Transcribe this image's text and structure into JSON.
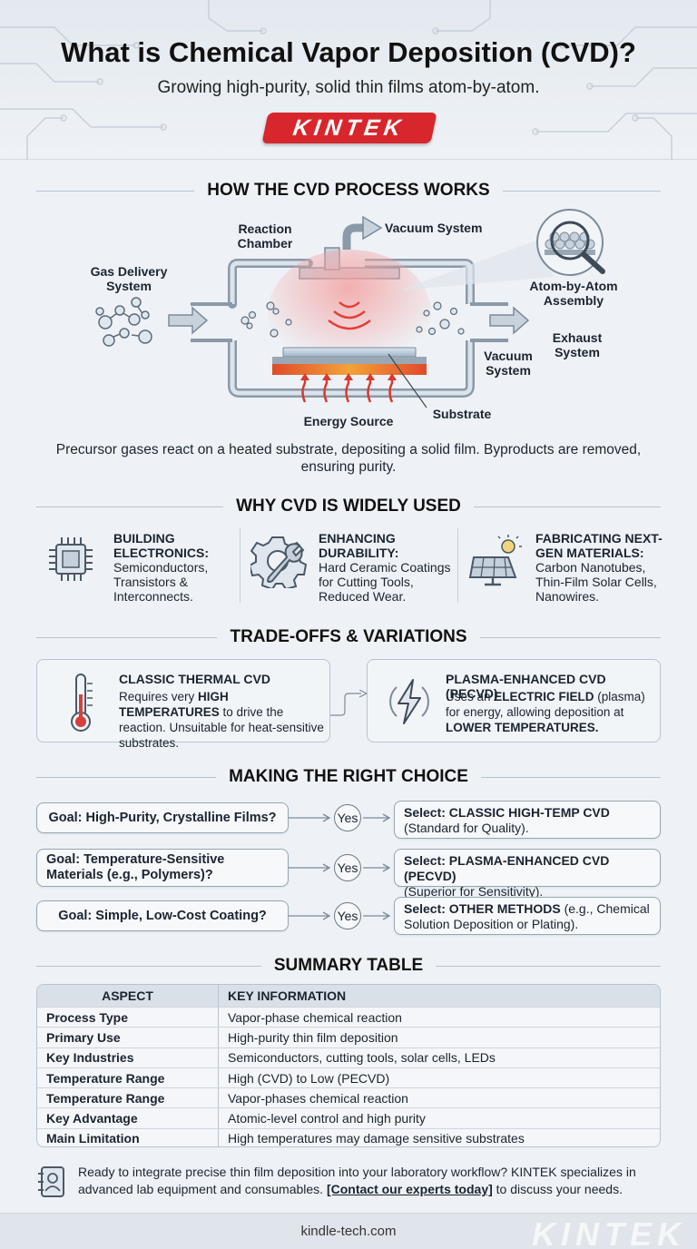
{
  "header": {
    "title": "What is Chemical Vapor Deposition (CVD)?",
    "subtitle": "Growing high-purity, solid thin films atom-by-atom.",
    "logo": "KINTEK"
  },
  "process": {
    "heading": "HOW THE CVD PROCESS WORKS",
    "labels": {
      "reaction_chamber": "Reaction Chamber",
      "vacuum_top": "Vacuum System",
      "gas_delivery": "Gas Delivery System",
      "atom_assembly": "Atom-by-Atom Assembly",
      "exhaust": "Exhaust System",
      "vacuum_side": "Vacuum System",
      "energy_source": "Energy Source",
      "substrate": "Substrate"
    },
    "caption": "Precursor gases react on a heated substrate, depositing a solid film. Byproducts are removed, ensuring purity."
  },
  "why": {
    "heading": "WHY CVD IS WIDELY USED",
    "items": [
      {
        "title": "BUILDING ELECTRONICS:",
        "body": "Semiconductors, Transistors & Interconnects.",
        "icon": "chip-icon"
      },
      {
        "title": "ENHANCING DURABILITY:",
        "body": "Hard Ceramic Coatings for Cutting Tools, Reduced Wear.",
        "icon": "gear-wrench-icon"
      },
      {
        "title": "FABRICATING NEXT-GEN MATERIALS:",
        "body": "Carbon Nanotubes, Thin-Film Solar Cells, Nanowires.",
        "icon": "solar-panel-icon"
      }
    ]
  },
  "tradeoffs": {
    "heading": "TRADE-OFFS & VARIATIONS",
    "thermal": {
      "title": "CLASSIC THERMAL CVD",
      "body_pre": "Requires very ",
      "body_bold": "HIGH TEMPERATURES",
      "body_post": " to drive the reaction. Unsuitable for heat-sensitive substrates."
    },
    "plasma": {
      "title": "PLASMA-ENHANCED CVD (PECVD)",
      "body_pre": "Uses an ",
      "body_bold": "ELECTRIC FIELD",
      "body_mid": " (plasma) for energy, allowing deposition at ",
      "body_bold2": "LOWER TEMPERATURES."
    }
  },
  "choice": {
    "heading": "MAKING THE RIGHT CHOICE",
    "rows": [
      {
        "goal": "Goal: High-Purity, Crystalline Films?",
        "answer": "Yes",
        "select_bold": "Select: CLASSIC HIGH-TEMP CVD",
        "select_rest": "(Standard for Quality)."
      },
      {
        "goal": "Goal: Temperature-Sensitive Materials (e.g., Polymers)?",
        "answer": "Yes",
        "select_bold": "Select: PLASMA-ENHANCED CVD (PECVD)",
        "select_rest": "(Superior for Sensitivity)."
      },
      {
        "goal": "Goal: Simple, Low-Cost Coating?",
        "answer": "Yes",
        "select_bold": "Select: OTHER METHODS",
        "select_rest": " (e.g., Chemical Solution Deposition or Plating)."
      }
    ]
  },
  "summary": {
    "heading": "SUMMARY TABLE",
    "columns": [
      "ASPECT",
      "KEY INFORMATION"
    ],
    "rows": [
      [
        "Process Type",
        "Vapor-phase chemical reaction"
      ],
      [
        "Primary Use",
        "High-purity thin film deposition"
      ],
      [
        "Key Industries",
        "Semiconductors, cutting tools, solar cells, LEDs"
      ],
      [
        "Temperature Range",
        "High (CVD) to Low (PECVD)"
      ],
      [
        "Temperature Range",
        "Vapor-phases chemical reaction"
      ],
      [
        "Key Advantage",
        "Atomic-level control and high purity"
      ],
      [
        "Main Limitation",
        "High temperatures may damage sensitive substrates"
      ]
    ]
  },
  "cta": {
    "pre": "Ready to integrate precise thin film deposition into your laboratory workflow? KINTEK specializes in advanced lab equipment and consumables. ",
    "link": "[Contact our experts today]",
    "post": " to discuss your needs."
  },
  "footer": {
    "url": "kindle-tech.com",
    "watermark": "KINTEK"
  }
}
